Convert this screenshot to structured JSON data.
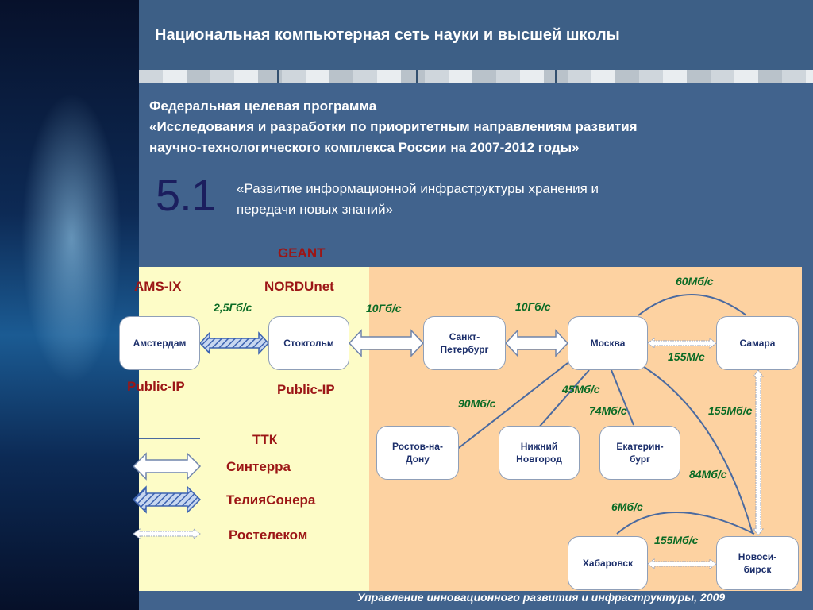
{
  "header": {
    "title": "Национальная компьютерная сеть науки и высшей школы"
  },
  "program": {
    "line1": "Федеральная целевая программа",
    "line2": "«Исследования и разработки по приоритетным направлениям развития",
    "line3": "научно-технологического комплекса России на 2007-2012 годы»"
  },
  "section": {
    "number": "5.1",
    "line1": "«Развитие информационной инфраструктуры хранения и",
    "line2": "передачи новых знаний»"
  },
  "networks": {
    "geant": "GEANT",
    "amsix": "AMS-IX",
    "nordunet": "NORDUnet",
    "public_ip_1": "Public-IP",
    "public_ip_2": "Public-IP"
  },
  "nodes": {
    "amsterdam": "Амстердам",
    "stockholm": "Стокгольм",
    "spb_1": "Санкт-",
    "spb_2": "Петербург",
    "moscow": "Москва",
    "samara": "Самара",
    "rostov_1": "Ростов-на-",
    "rostov_2": "Дону",
    "nnov_1": "Нижний",
    "nnov_2": "Новгород",
    "ekb_1": "Екатерин-",
    "ekb_2": "бург",
    "khabarovsk": "Хабаровск",
    "nsk_1": "Новоси-",
    "nsk_2": "бирск"
  },
  "speeds": {
    "ams_stk": "2,5Гб/с",
    "stk_spb": "10Гб/с",
    "spb_msk": "10Гб/с",
    "msk_sam_arc": "60Мб/с",
    "msk_sam": "155М/с",
    "msk_nnov": "45Мб/с",
    "msk_rostov": "90Мб/с",
    "msk_ekb": "74Мб/с",
    "sam_nsk": "155Мб/с",
    "msk_nsk": "84Мб/с",
    "khab_arc": "6Мб/с",
    "khab_nsk": "155Мб/с"
  },
  "legend": {
    "ttk": "ТТК",
    "synterra": "Синтерра",
    "teliasonera": "ТелияСонера",
    "rostelecom": "Ростелеком"
  },
  "footer": "Управление инновационного развития и инфраструктуры, 2009",
  "colors": {
    "link_line": "#4a6aa0",
    "speed_text": "#0a6b25",
    "org_text": "#9c1616",
    "panel_left": "#fdfcc7",
    "panel_right": "#fdd2a1"
  }
}
